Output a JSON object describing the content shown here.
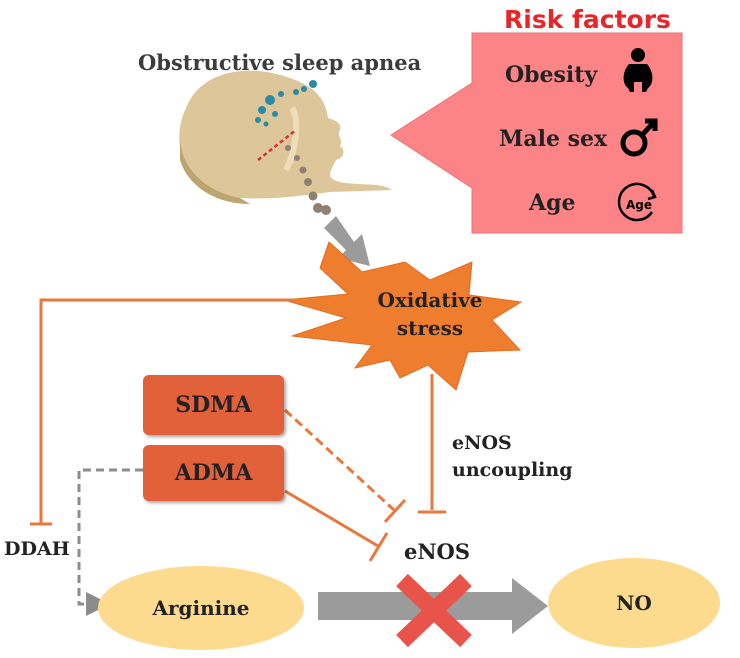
{
  "title": "Obstructive sleep apnea",
  "risk_factors": {
    "heading": "Risk factors",
    "items": [
      {
        "label": "Obesity",
        "icon": "obesity-person-icon"
      },
      {
        "label": "Male sex",
        "icon": "male-symbol-icon"
      },
      {
        "label": "Age",
        "icon": "age-icon",
        "icon_text": "Age"
      }
    ]
  },
  "oxidative_stress": {
    "line1": "Oxidative",
    "line2": "stress"
  },
  "sdma": "SDMA",
  "adma": "ADMA",
  "ddah": "DDAH",
  "enos_uncoupling": {
    "line1": "eNOS",
    "line2": "uncoupling"
  },
  "enos": "eNOS",
  "arginine": "Arginine",
  "no": "NO",
  "colors": {
    "risk_heading": "#e8262a",
    "risk_panel": "#fd8486",
    "burst": "#ef7d2e",
    "box": "#e2603a",
    "line": "#e8783c",
    "ellipse": "#fddb8e",
    "block_x": "#e8544a"
  }
}
